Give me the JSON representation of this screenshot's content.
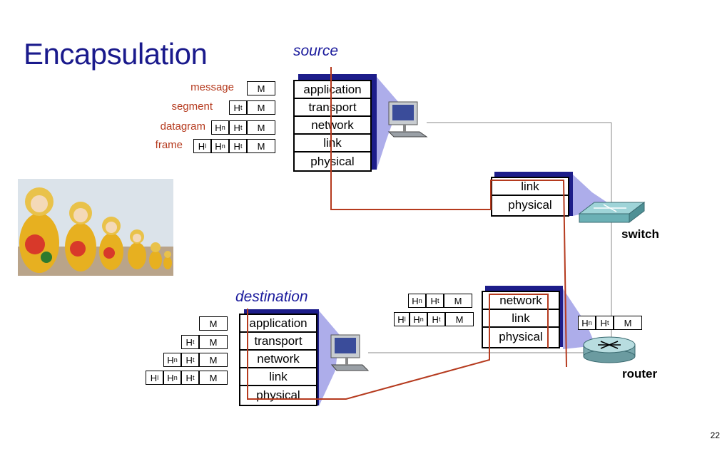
{
  "title": "Encapsulation",
  "source_label": "source",
  "destination_label": "destination",
  "pdu_labels": [
    "message",
    "segment",
    "datagram",
    "frame"
  ],
  "headers": {
    "message": "M",
    "transport": "H",
    "transport_sub": "t",
    "network": "H",
    "network_sub": "n",
    "link": "H",
    "link_sub": "l"
  },
  "source_stack": [
    "application",
    "transport",
    "network",
    "link",
    "physical"
  ],
  "destination_stack": [
    "application",
    "transport",
    "network",
    "link",
    "physical"
  ],
  "switch_stack": [
    "link",
    "physical"
  ],
  "router_stack": [
    "network",
    "link",
    "physical"
  ],
  "switch_label": "switch",
  "router_label": "router",
  "page_number": "22",
  "colors": {
    "title": "#1a1a8c",
    "pdu_label": "#b53a1e",
    "path": "#b53a1e",
    "stack_shadow": "#1d1d8a"
  }
}
